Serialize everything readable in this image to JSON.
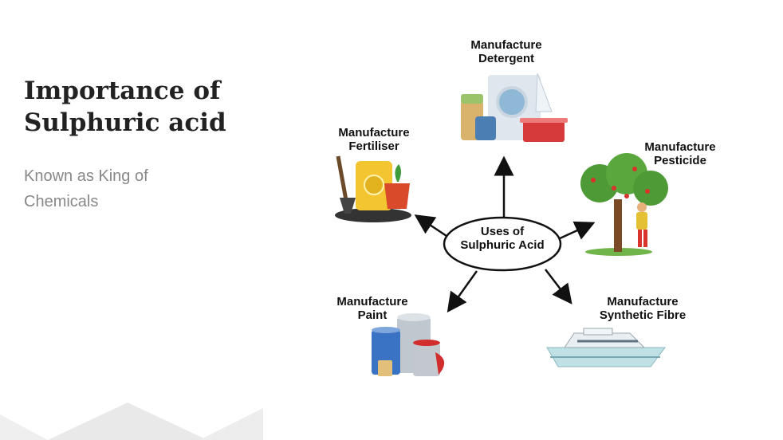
{
  "slide": {
    "title": "Importance of\nSulphuric acid",
    "subtitle": "Known as King of\nChemicals"
  },
  "diagram": {
    "center": {
      "line1": "Uses of",
      "line2": "Sulphuric Acid"
    },
    "uses": [
      {
        "id": "detergent",
        "line1": "Manufacture",
        "line2": "Detergent",
        "icon": "detergent-icon"
      },
      {
        "id": "fertiliser",
        "line1": "Manufacture",
        "line2": "Fertiliser",
        "icon": "fertiliser-icon"
      },
      {
        "id": "pesticide",
        "line1": "Manufacture",
        "line2": "Pesticide",
        "icon": "pesticide-tree-icon"
      },
      {
        "id": "paint",
        "line1": "Manufacture",
        "line2": "Paint",
        "icon": "paint-cans-icon"
      },
      {
        "id": "synthetic-fibre",
        "line1": "Manufacture",
        "line2": "Synthetic Fibre",
        "icon": "boat-icon"
      }
    ]
  },
  "colors": {
    "title": "#222222",
    "subtitle": "#888888",
    "arrow": "#111111",
    "decor": "#e8e8e8"
  }
}
